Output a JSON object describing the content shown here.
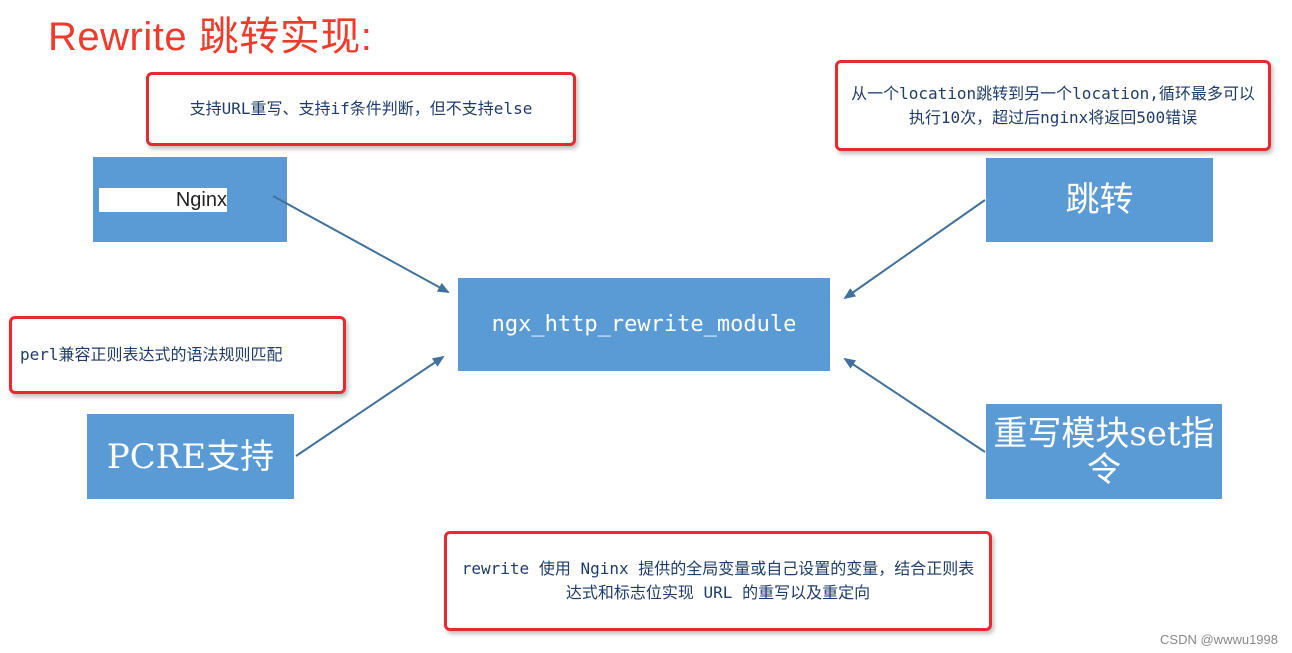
{
  "title": "Rewrite 跳转实现:",
  "notes": {
    "url_rewrite": "支持URL重写、支持if条件判断，但不支持else",
    "location_jump": "从一个location跳转到另一个location,循环最多可以执行10次，超过后nginx将返回500错误",
    "perl_regex": "perl兼容正则表达式的语法规则匹配",
    "rewrite_desc": "rewrite 使用 Nginx 提供的全局变量或自己设置的变量，结合正则表达式和标志位实现 URL 的重写以及重定向"
  },
  "boxes": {
    "nginx": "Nginx",
    "jump": "跳转",
    "module": "ngx_http_rewrite_module",
    "pcre": "PCRE支持",
    "set": "重写模块set指令"
  },
  "watermark": "CSDN @wwwu1998",
  "colors": {
    "box": "#5b9bd5",
    "note_border": "#e8292f",
    "arrow": "#41719c",
    "title": "#ee3b2c"
  }
}
